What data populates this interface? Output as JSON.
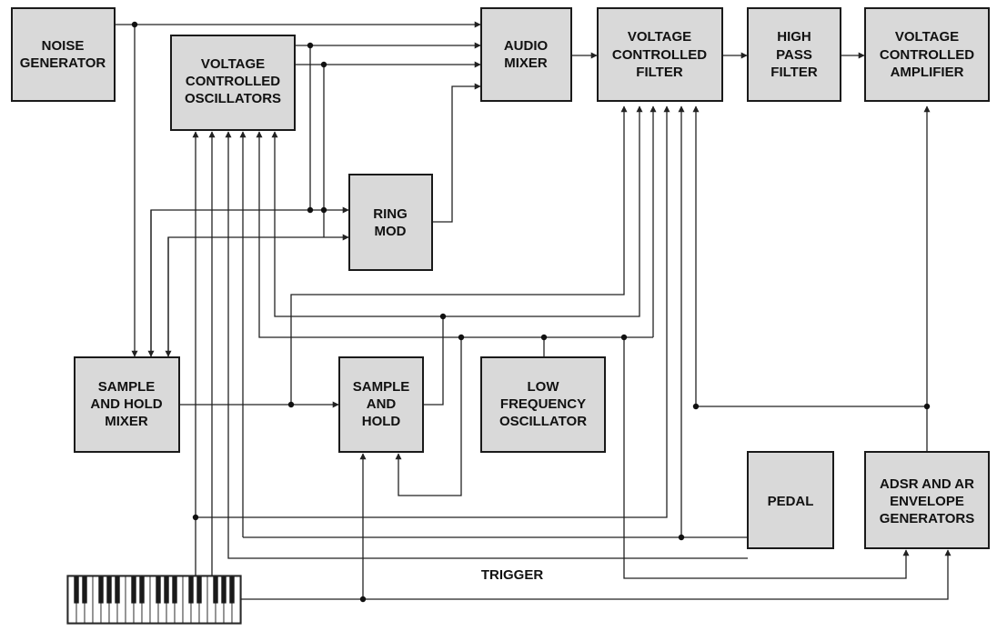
{
  "blocks": {
    "noise_generator": [
      "NOISE",
      "GENERATOR"
    ],
    "vco": [
      "VOLTAGE",
      "CONTROLLED",
      "OSCILLATORS"
    ],
    "audio_mixer": [
      "AUDIO",
      "MIXER"
    ],
    "vcf": [
      "VOLTAGE",
      "CONTROLLED",
      "FILTER"
    ],
    "hpf": [
      "HIGH",
      "PASS",
      "FILTER"
    ],
    "vca": [
      "VOLTAGE",
      "CONTROLLED",
      "AMPLIFIER"
    ],
    "ring_mod": [
      "RING",
      "MOD"
    ],
    "sh_mixer": [
      "SAMPLE",
      "AND HOLD",
      "MIXER"
    ],
    "sample_hold": [
      "SAMPLE",
      "AND",
      "HOLD"
    ],
    "lfo": [
      "LOW",
      "FREQUENCY",
      "OSCILLATOR"
    ],
    "pedal": [
      "PEDAL"
    ],
    "envelope": [
      "ADSR AND AR",
      "ENVELOPE",
      "GENERATORS"
    ]
  },
  "labels": {
    "trigger": "TRIGGER"
  },
  "colors": {
    "block_fill": "#d9d9d9",
    "line": "#222222"
  }
}
